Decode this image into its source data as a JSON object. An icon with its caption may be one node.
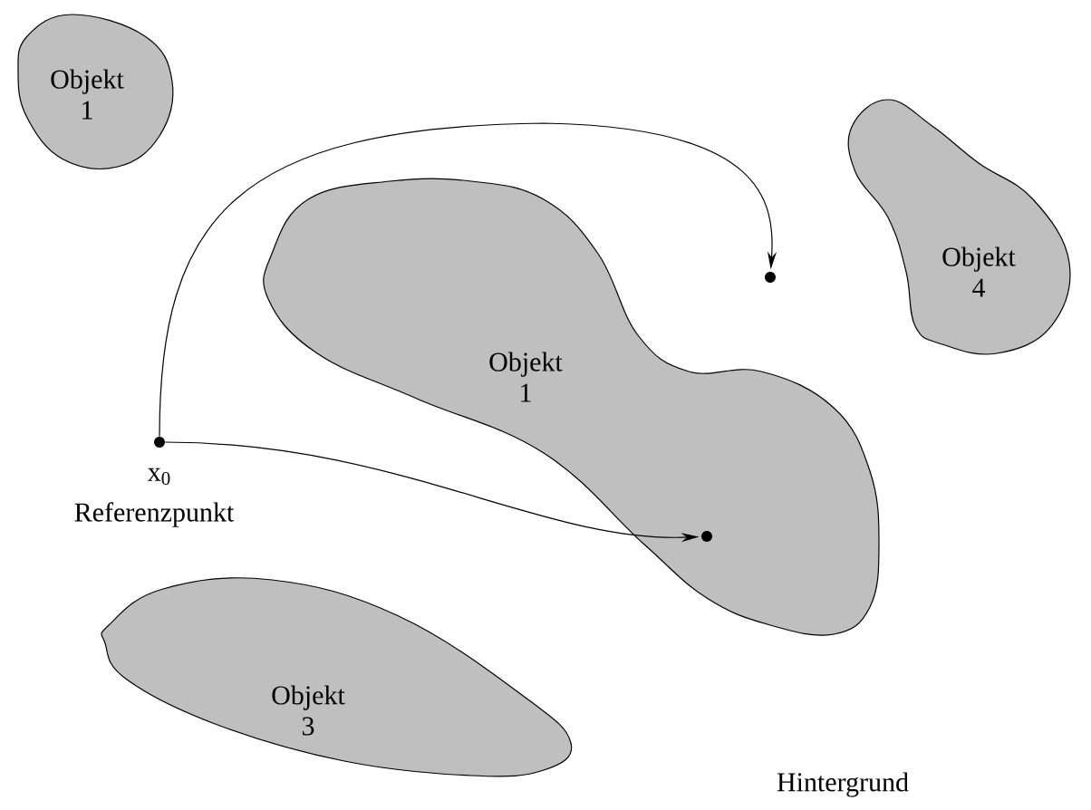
{
  "diagram": {
    "nodes": [
      {
        "text": [
          "Objekt 1"
        ]
      },
      {
        "text": [
          "Objekt 1"
        ]
      },
      {
        "text": [
          "Objekt 4"
        ]
      },
      {
        "text": [
          "Objekt 3"
        ]
      },
      {
        "text": [
          "x$_{0}$",
          "Referenzpunkt"
        ]
      },
      {
        "text": [],
        "shape": "circle"
      },
      {
        "text": [],
        "shape": "circle",
        "in": 1
      }
    ],
    "edges": [
      {
        "from": 4,
        "to": 5,
        "arrow": "to"
      },
      {
        "from": 4,
        "to": 6,
        "arrow": "to"
      }
    ],
    "labels": [
      "Hintergrund"
    ]
  }
}
